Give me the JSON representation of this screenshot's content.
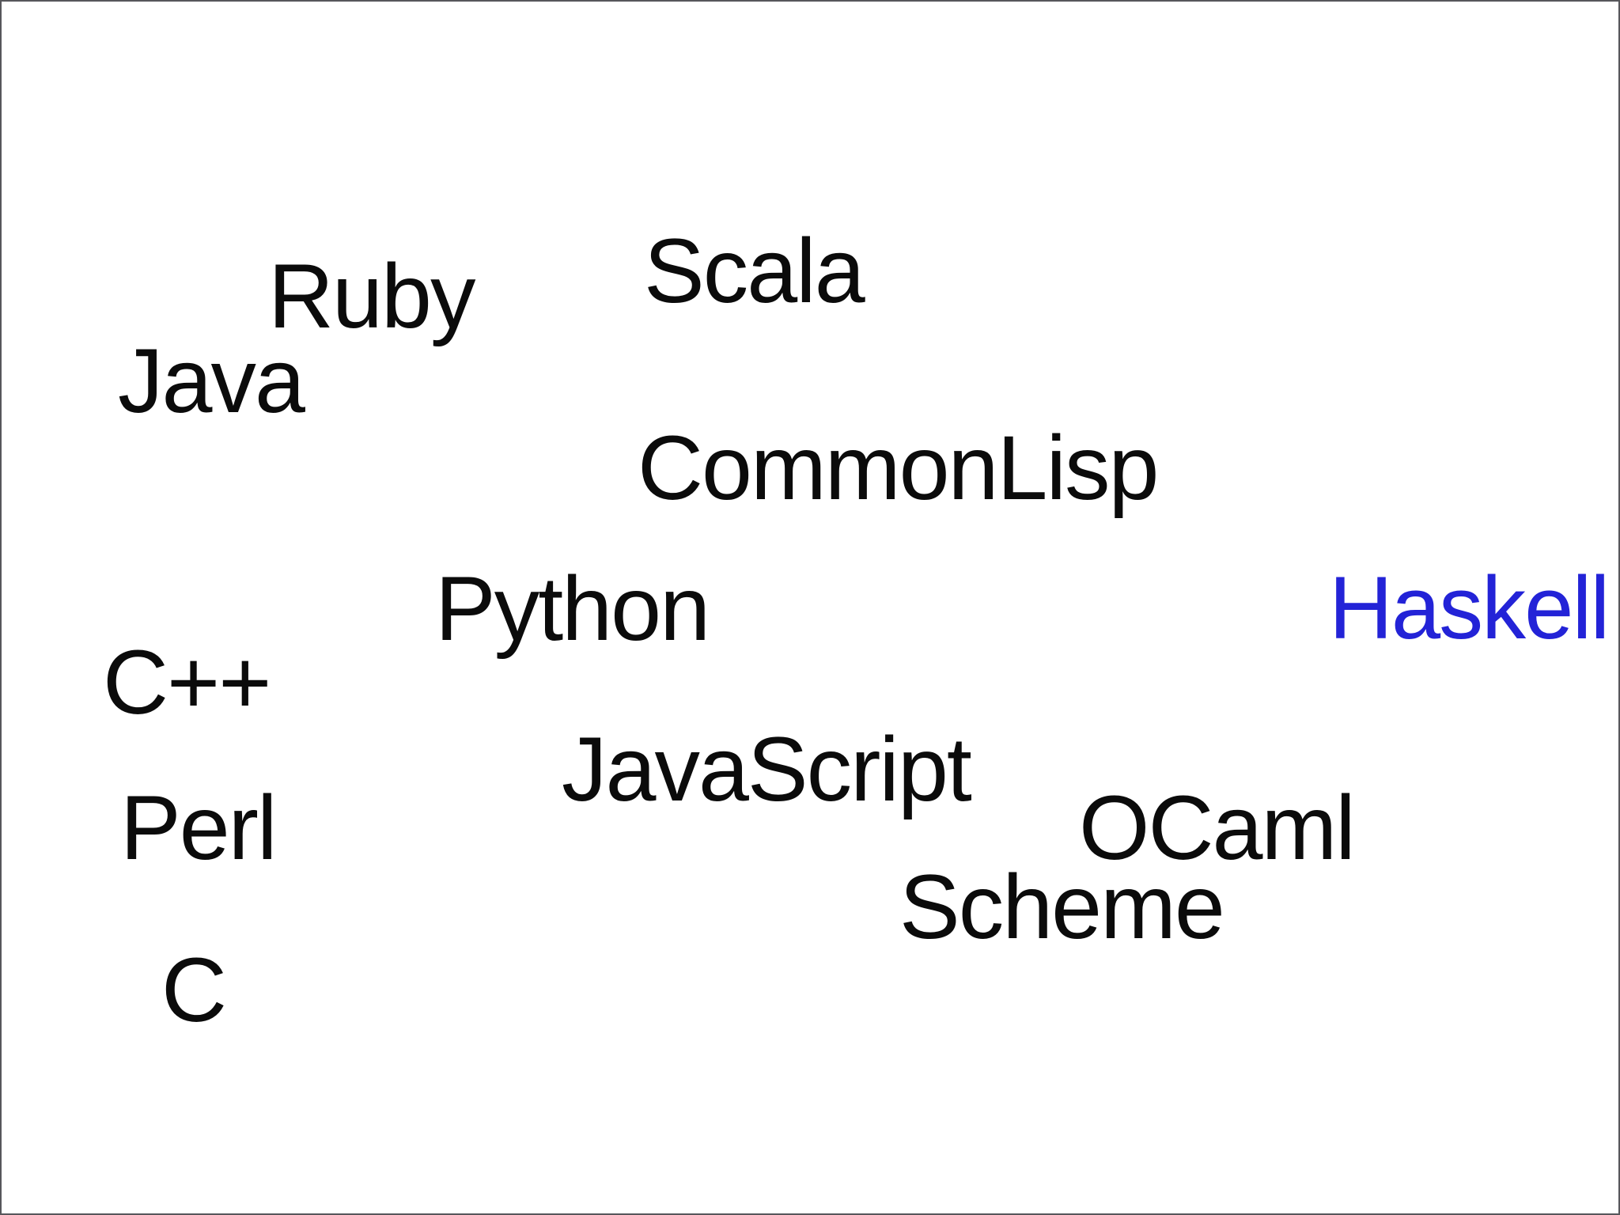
{
  "slide": {
    "description": "word-cloud style slide of programming language names",
    "background_color": "#ffffff",
    "border_color": "#57575b"
  },
  "colors": {
    "text": "#0b0b0b",
    "highlight_blue": "#2323d7"
  },
  "languages": [
    {
      "label": "Ruby",
      "highlighted": false
    },
    {
      "label": "Scala",
      "highlighted": false
    },
    {
      "label": "Java",
      "highlighted": false
    },
    {
      "label": "CommonLisp",
      "highlighted": false
    },
    {
      "label": "Python",
      "highlighted": false
    },
    {
      "label": "Haskell",
      "highlighted": true
    },
    {
      "label": "C++",
      "highlighted": false
    },
    {
      "label": "JavaScript",
      "highlighted": false
    },
    {
      "label": "Perl",
      "highlighted": false
    },
    {
      "label": "OCaml",
      "highlighted": false
    },
    {
      "label": "Scheme",
      "highlighted": false
    },
    {
      "label": "C",
      "highlighted": false
    }
  ]
}
